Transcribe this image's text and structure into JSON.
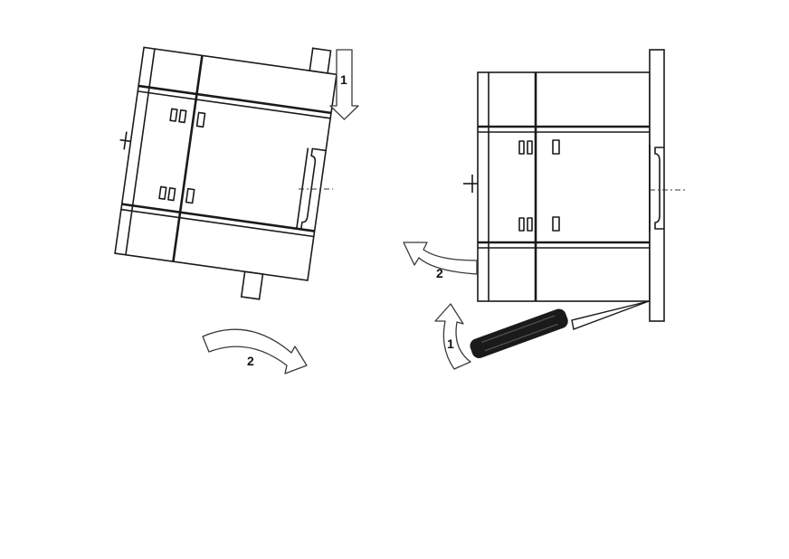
{
  "figure": {
    "mount_step_1": "1",
    "mount_step_2": "2",
    "remove_step_1": "1",
    "remove_step_2": "2"
  }
}
